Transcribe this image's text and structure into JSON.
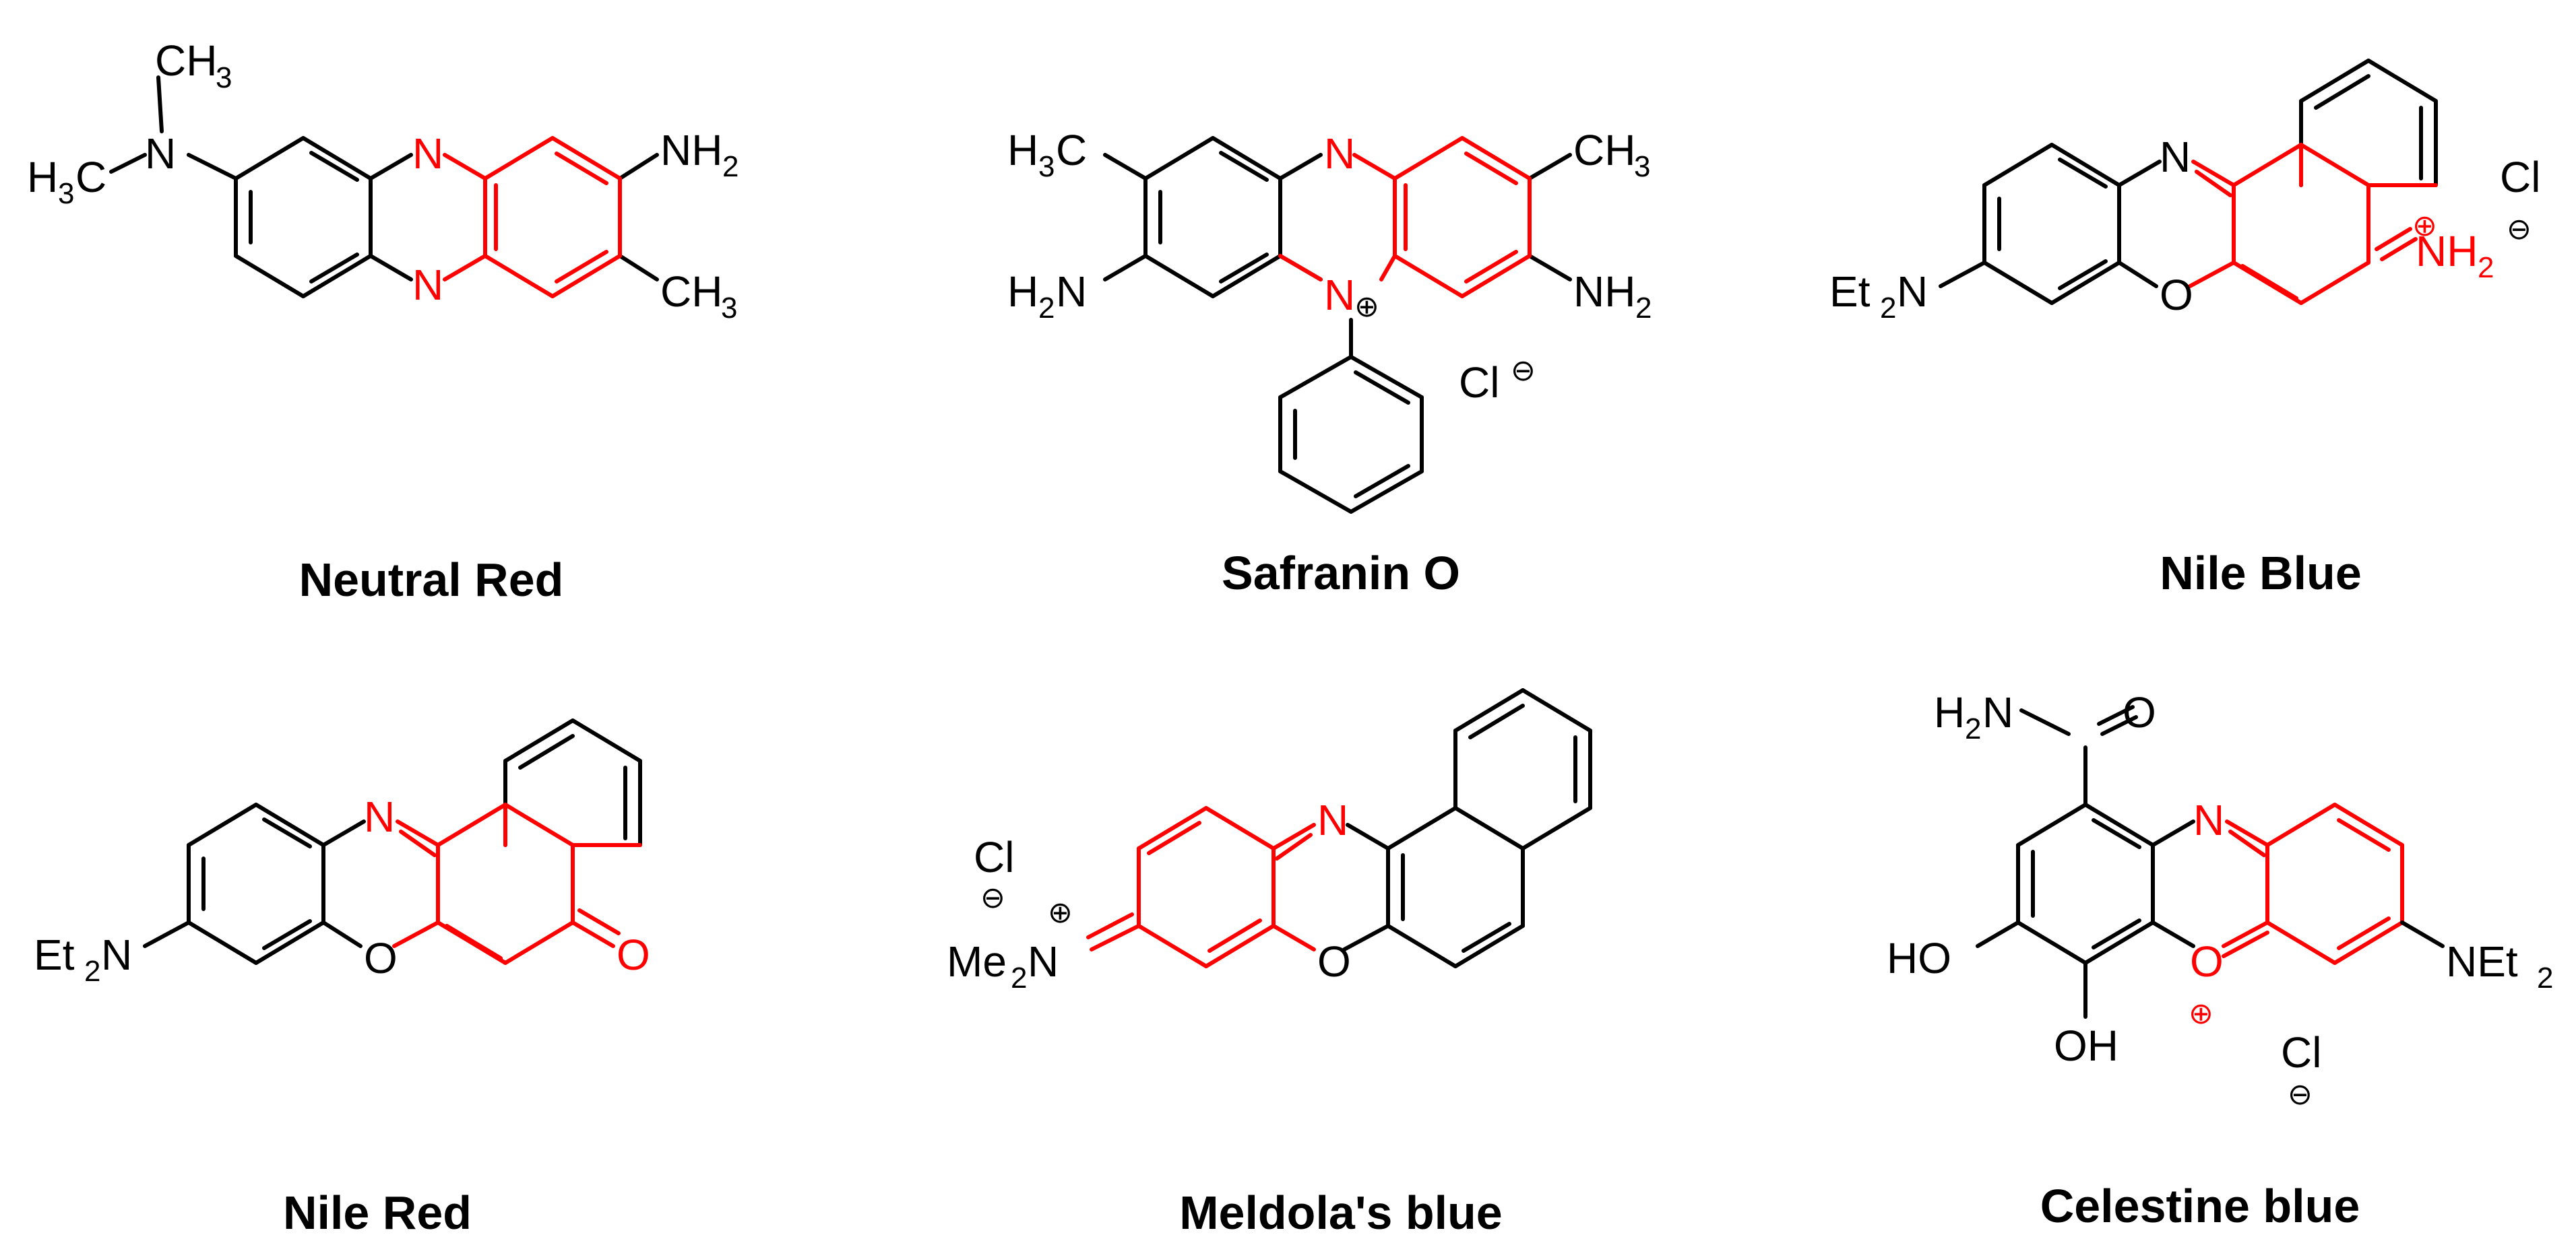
{
  "colors": {
    "bond": "#000000",
    "chromophore": "#ff0000",
    "background": "#ffffff"
  },
  "compounds": [
    {
      "name": "Neutral Red",
      "labels": {
        "nme2_n": "N",
        "me_upper": "CH",
        "me_upper_sub": "3",
        "me_left": "H",
        "me_left_sub": "3",
        "me_left_c": "C",
        "n_top": "N",
        "n_bottom": "N",
        "nh2": "NH",
        "nh2_sub": "2",
        "ch3": "CH",
        "ch3_sub": "3"
      }
    },
    {
      "name": "Safranin O",
      "labels": {
        "h3c": "H",
        "h3c_sub": "3",
        "h3c_c": "C",
        "n_top": "N",
        "ch3": "CH",
        "ch3_sub": "3",
        "h2n": "H",
        "h2n_sub": "2",
        "h2n_n": "N",
        "n_plus": "N",
        "plus": "⊕",
        "nh2": "NH",
        "nh2_sub": "2",
        "cl": "Cl",
        "minus": "⊖"
      }
    },
    {
      "name": "Nile Blue",
      "labels": {
        "n_top": "N",
        "et2n": "Et",
        "et2n_sub": "2",
        "et2n_n": "N",
        "o": "O",
        "nh2": "NH",
        "nh2_sub": "2",
        "plus": "⊕",
        "cl": "Cl",
        "minus": "⊖"
      }
    },
    {
      "name": "Nile Red",
      "labels": {
        "n_top": "N",
        "et2n": "Et",
        "et2n_sub": "2",
        "et2n_n": "N",
        "o_ring": "O",
        "o_keto": "O"
      }
    },
    {
      "name": "Meldola's blue",
      "labels": {
        "cl": "Cl",
        "minus": "⊖",
        "plus": "⊕",
        "me2n": "Me",
        "me2n_sub": "2",
        "me2n_n": "N",
        "n_top": "N",
        "o_ring": "O"
      }
    },
    {
      "name": "Celestine blue",
      "labels": {
        "h2n": "H",
        "h2n_sub": "2",
        "h2n_n": "N",
        "o_amide": "O",
        "n_top": "N",
        "ho": "HO",
        "oh": "OH",
        "o_plus": "O",
        "plus": "⊕",
        "net2": "NEt",
        "net2_sub": "2",
        "cl": "Cl",
        "minus": "⊖"
      }
    }
  ]
}
